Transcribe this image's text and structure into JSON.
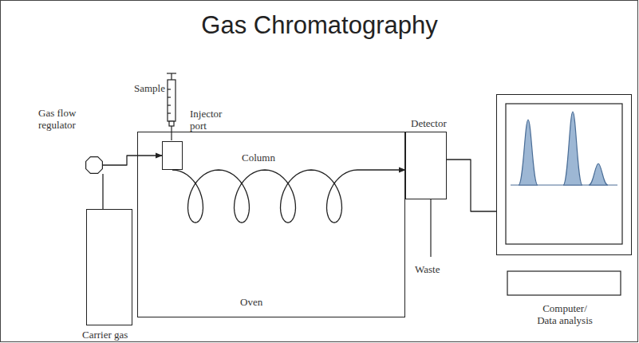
{
  "diagram": {
    "title": "Gas Chromatography",
    "nodes": [
      {
        "text": [
          "Gas flow regulator"
        ]
      },
      {
        "text": [
          "Oven"
        ]
      },
      {
        "text": [
          "Injector port"
        ],
        "in": 1
      },
      {
        "text": [
          "Detector"
        ]
      },
      {
        "text": [
          "Carrier gas"
        ]
      },
      {
        "text": [
          "Computer/ Data analysis"
        ]
      }
    ],
    "edges": [
      {
        "from": 4,
        "to": 0,
        "arrow": "none"
      },
      {
        "from": 0,
        "to": 2,
        "arrow": "to"
      },
      {
        "from": 2,
        "to": 3,
        "arrow": "to"
      },
      {
        "from": 3,
        "to": 5,
        "arrow": "none"
      }
    ],
    "labels": [
      "Sample",
      "Column",
      "Waste"
    ]
  }
}
